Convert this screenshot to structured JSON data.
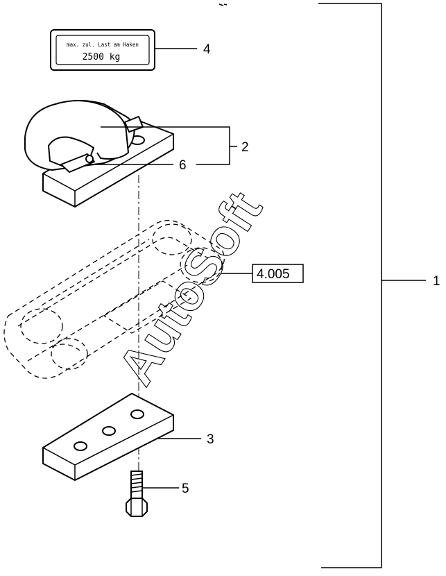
{
  "diagram": {
    "load_plate": {
      "line1": "max. zul. Last am Haken",
      "line2": "2500 kg"
    },
    "callouts": {
      "c1": "1",
      "c2": "2",
      "c3": "3",
      "c4": "4",
      "c5": "5",
      "c6": "6",
      "ref": "4.005"
    },
    "watermark": "AutoSoft"
  }
}
